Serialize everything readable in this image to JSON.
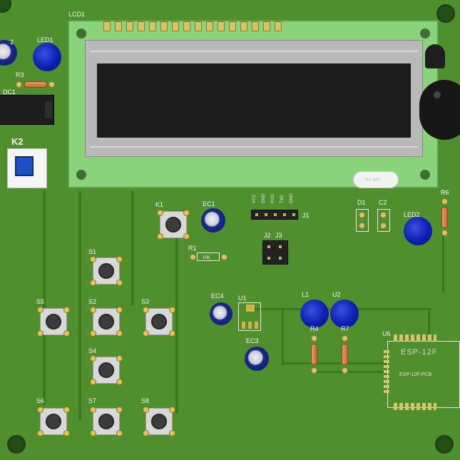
{
  "board": {
    "color": "#4f8f2d",
    "mask_color": "#3a7a1f",
    "copper_color": "#d6c36a"
  },
  "lcd": {
    "designator": "LCD1"
  },
  "crystal": {
    "label": "HC-49S"
  },
  "designators": {
    "led1": "LED1",
    "led2": "LED2",
    "r3": "R3",
    "dc1": "DC1",
    "k2": "K2",
    "k1": "K1",
    "ec1": "EC1",
    "r1": "R1",
    "r1_value": "10K",
    "j1": "J1",
    "j2": "J2",
    "j3": "J3",
    "d1": "D1",
    "c2": "C2",
    "r6": "R6",
    "ec4": "EC4",
    "u1": "U1",
    "ec3": "EC3",
    "l1": "L1",
    "u2": "U2",
    "r4": "R4",
    "r7": "R7",
    "u6": "U6",
    "s1": "S1",
    "s2": "S2",
    "s3": "S3",
    "s4": "S4",
    "s5": "S5",
    "s6": "S6",
    "s7": "S7",
    "s8": "S8",
    "partial_top_left": "2"
  },
  "j1_pins": [
    "VCC",
    "GND",
    "RXD",
    "TXD",
    "GND"
  ],
  "module_u6": {
    "label": "ESP-12F",
    "sub_label": "ESP-12F-PCB"
  }
}
